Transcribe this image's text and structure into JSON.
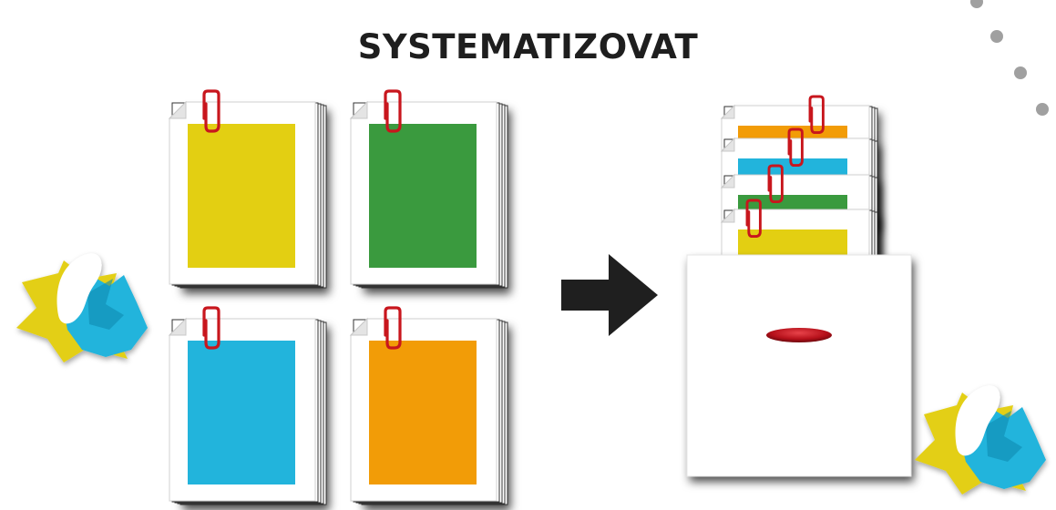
{
  "title": "SYSTEMATIZOVAT",
  "colors": {
    "yellow": "#e3cf12",
    "green": "#3a9a3e",
    "blue": "#22b4dc",
    "orange": "#f29c07",
    "clip_red": "#c8161d",
    "arrow": "#1f1f1f",
    "dots": "#9a9a9a"
  },
  "documents": [
    {
      "name": "yellow-document-stack",
      "color": "yellow"
    },
    {
      "name": "green-document-stack",
      "color": "green"
    },
    {
      "name": "blue-document-stack",
      "color": "blue"
    },
    {
      "name": "orange-document-stack",
      "color": "orange"
    }
  ],
  "filed_documents": [
    {
      "name": "filed-orange-document",
      "color": "orange"
    },
    {
      "name": "filed-blue-document",
      "color": "blue"
    },
    {
      "name": "filed-green-document",
      "color": "green"
    },
    {
      "name": "filed-yellow-document",
      "color": "yellow"
    }
  ],
  "icons": [
    "paper-clip-icon",
    "right-arrow-icon",
    "archive-box-icon",
    "paper-scraps-icon"
  ]
}
